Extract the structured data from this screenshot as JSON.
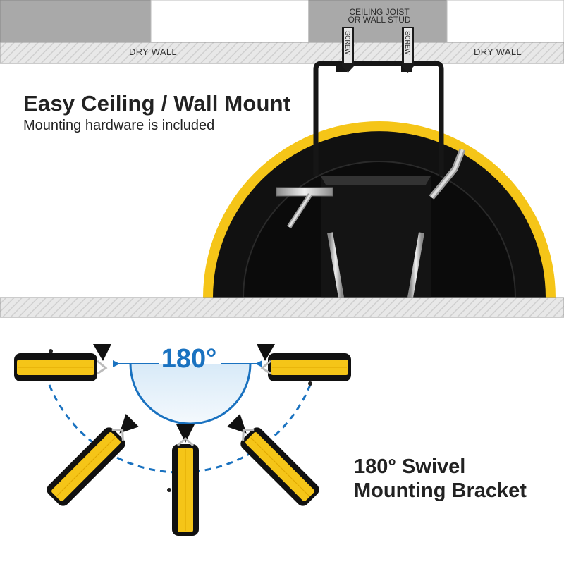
{
  "headline": "Easy Ceiling / Wall Mount",
  "subheadline": "Mounting hardware is included",
  "labels": {
    "drywall_left": "DRY WALL",
    "drywall_right": "DRY WALL",
    "joist_line1": "CEILING JOIST",
    "joist_line2": "OR WALL STUD",
    "screw": "SCREW"
  },
  "swivel": {
    "angle": "180°",
    "title_line1": "180° Swivel",
    "title_line2": "Mounting Bracket"
  },
  "colors": {
    "reel_yellow": "#f5c518",
    "reel_black": "#111111",
    "arc_blue": "#1a72c0",
    "ceiling_gray": "#a8a8a8"
  }
}
